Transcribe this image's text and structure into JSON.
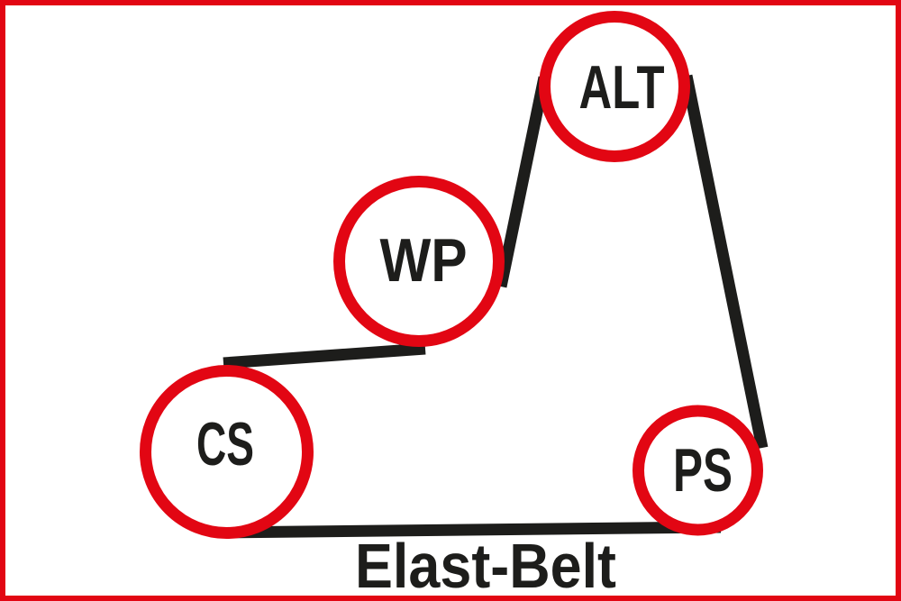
{
  "diagram": {
    "type": "belt-routing",
    "caption": "Elast-Belt",
    "pulleys": [
      {
        "id": "alt",
        "label": "ALT"
      },
      {
        "id": "wp",
        "label": "WP"
      },
      {
        "id": "cs",
        "label": "CS"
      },
      {
        "id": "ps",
        "label": "PS"
      }
    ],
    "colors": {
      "ring": "#e20613",
      "belt": "#1d1d1b",
      "text": "#1d1d1b",
      "frame": "#e20613",
      "background": "#ffffff"
    }
  }
}
